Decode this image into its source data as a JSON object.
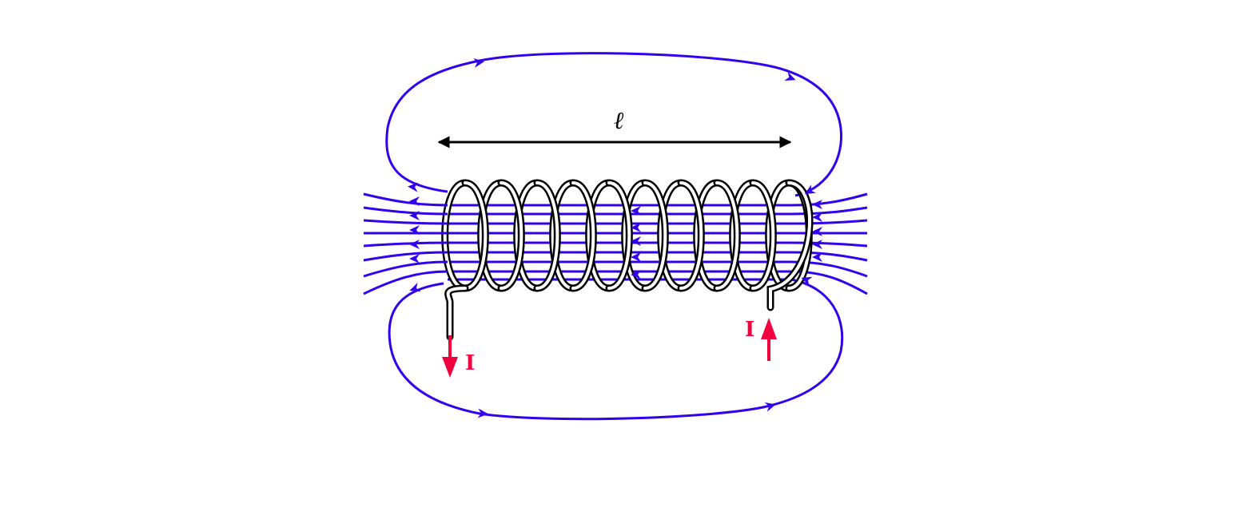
{
  "diagram": {
    "length_label": "ℓ",
    "current_left_label": "I",
    "current_right_label": "I",
    "coil_turns": 10
  },
  "colors": {
    "field_line": "#3300ee",
    "wire_outline": "#000000",
    "wire_fill": "#ffffff",
    "current_arrow": "#f0003c",
    "dimension": "#000000",
    "side_strip": "#f0f0f0"
  }
}
